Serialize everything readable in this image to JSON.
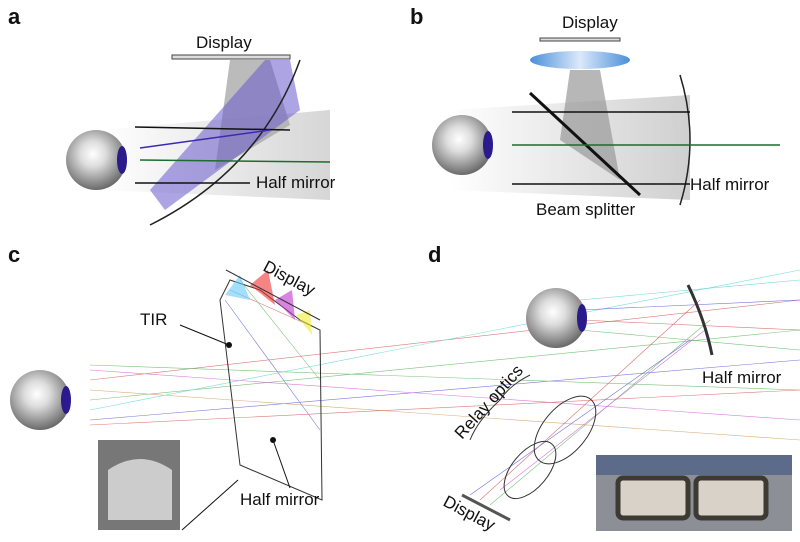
{
  "panels": {
    "a": {
      "letter": "a",
      "display": "Display",
      "half_mirror": "Half mirror"
    },
    "b": {
      "letter": "b",
      "display": "Display",
      "beam_splitter": "Beam splitter",
      "half_mirror": "Half mirror"
    },
    "c": {
      "letter": "c",
      "display": "Display",
      "tir": "TIR",
      "half_mirror": "Half mirror"
    },
    "d": {
      "letter": "d",
      "relay_optics": "Relay optics",
      "half_mirror": "Half mirror",
      "display": "Display"
    }
  },
  "colors": {
    "eye_iris": "#2a1a8c",
    "ray_green": "#1e6b2e",
    "ray_purple": "#3a2bb0",
    "lens_blue": "#4a8fd8"
  }
}
